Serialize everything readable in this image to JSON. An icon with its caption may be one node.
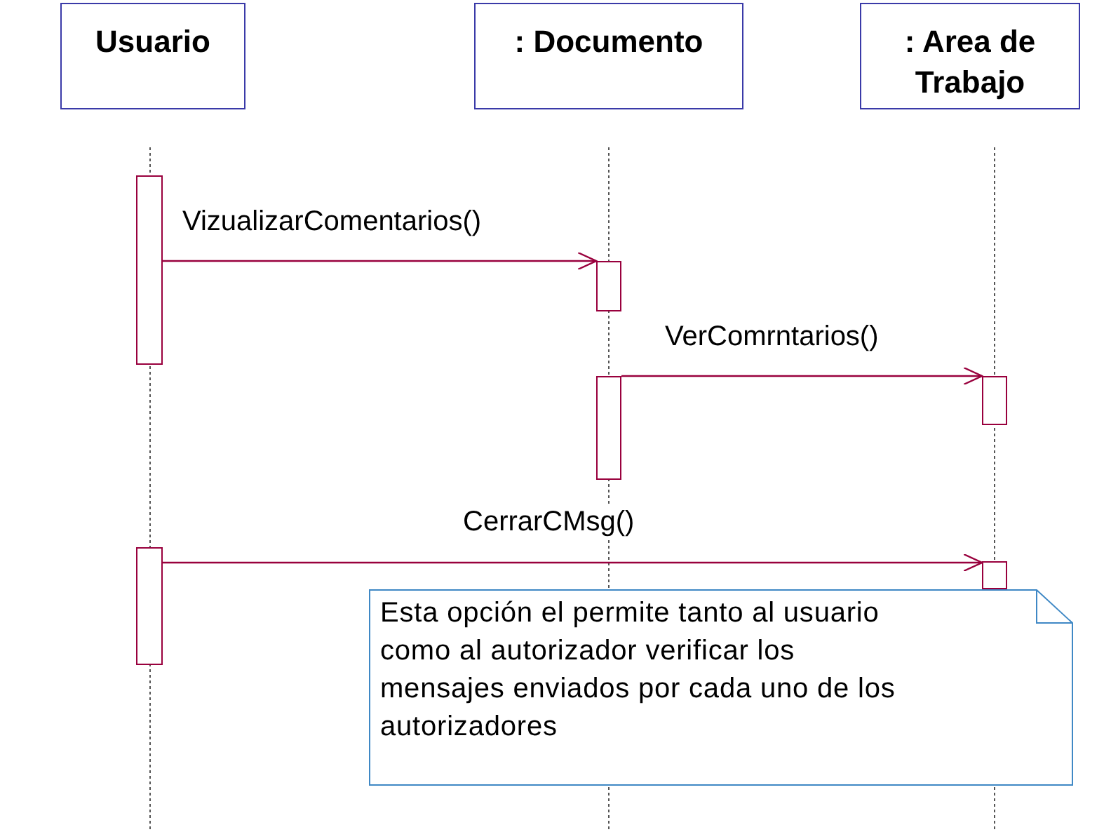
{
  "diagram": {
    "nodes": [
      {
        "text": [
          "Usuario"
        ]
      },
      {
        "text": [
          ": Documento"
        ]
      },
      {
        "text": [
          ": Area de Trabajo"
        ]
      },
      {
        "text": [],
        "shape": "bar"
      },
      {
        "text": [],
        "shape": "bar"
      },
      {
        "text": [],
        "shape": "bar"
      },
      {
        "text": [],
        "shape": "bar"
      },
      {
        "text": [],
        "shape": "bar"
      },
      {
        "text": [],
        "shape": "bar"
      },
      {
        "text": [
          "Esta opción el permite tanto al usuario como al autorizador verificar los mensajes enviados por cada uno de los autorizadores"
        ]
      }
    ],
    "edges": [
      {
        "from": 3,
        "to": 4,
        "arrow": "to",
        "label": "VizualizarComentarios()"
      },
      {
        "from": 5,
        "to": 6,
        "arrow": "to",
        "label": "VerComrntarios()"
      },
      {
        "from": 7,
        "to": 8,
        "arrow": "to",
        "label": "CerrarCMsg()"
      }
    ]
  }
}
